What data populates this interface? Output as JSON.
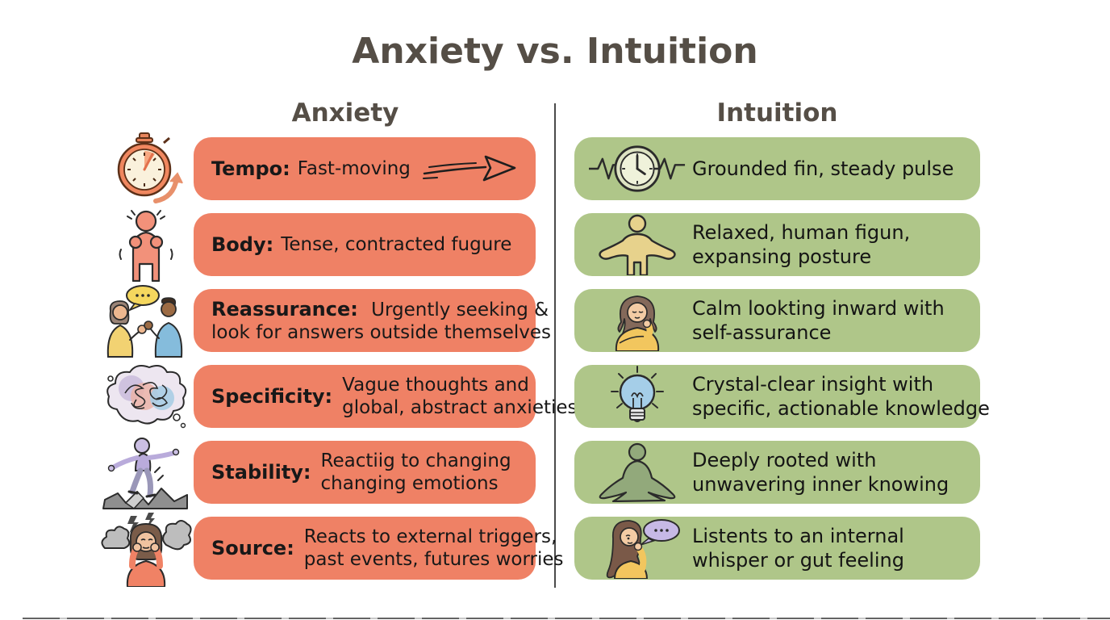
{
  "title": "Anxiety vs. Intuition",
  "colors": {
    "anxiety_box": "#EF8165",
    "intuition_box": "#AFC689",
    "heading_text": "#554E46",
    "body_text": "#1A1A1A",
    "divider": "#4B4B4B"
  },
  "anxiety": {
    "header": "Anxiety",
    "rows": [
      {
        "icon": "stopwatch-icon",
        "label": "Tempo:",
        "text1": "Fast-moving",
        "text2": ""
      },
      {
        "icon": "tense-person-icon",
        "label": "Body:",
        "text1": "Tense, contracted fugure",
        "text2": ""
      },
      {
        "icon": "conversation-icon",
        "label": "Reassurance:",
        "text1": "Urgently seeking &",
        "text2": "look for answers outside themselves"
      },
      {
        "icon": "tangled-thoughts-icon",
        "label": "Specificity:",
        "text1": "Vague thoughts and",
        "text2": "global, abstract anxieties"
      },
      {
        "icon": "balancing-person-icon",
        "label": "Stability:",
        "text1": "Reactiig to changing",
        "text2": "changing emotions"
      },
      {
        "icon": "overwhelmed-person-icon",
        "label": "Source:",
        "text1": "Reacts to external triggers,",
        "text2": "past events, futures worries"
      }
    ]
  },
  "intuition": {
    "header": "Intuition",
    "rows": [
      {
        "icon": "pulse-clock-icon",
        "text1": "Grounded fin, steady pulse",
        "text2": ""
      },
      {
        "icon": "open-arms-person-icon",
        "text1": "Relaxed, human figun,",
        "text2": "expansing posture"
      },
      {
        "icon": "calm-woman-icon",
        "text1": "Calm lookting inward with",
        "text2": "self-assurance"
      },
      {
        "icon": "lightbulb-icon",
        "text1": "Crystal-clear insight with",
        "text2": "specific, actionable knowledge"
      },
      {
        "icon": "meditating-person-icon",
        "text1": "Deeply rooted with",
        "text2": "unwavering inner knowing"
      },
      {
        "icon": "listening-woman-icon",
        "text1": "Listents to an internal",
        "text2": "whisper or gut feeling"
      }
    ]
  }
}
